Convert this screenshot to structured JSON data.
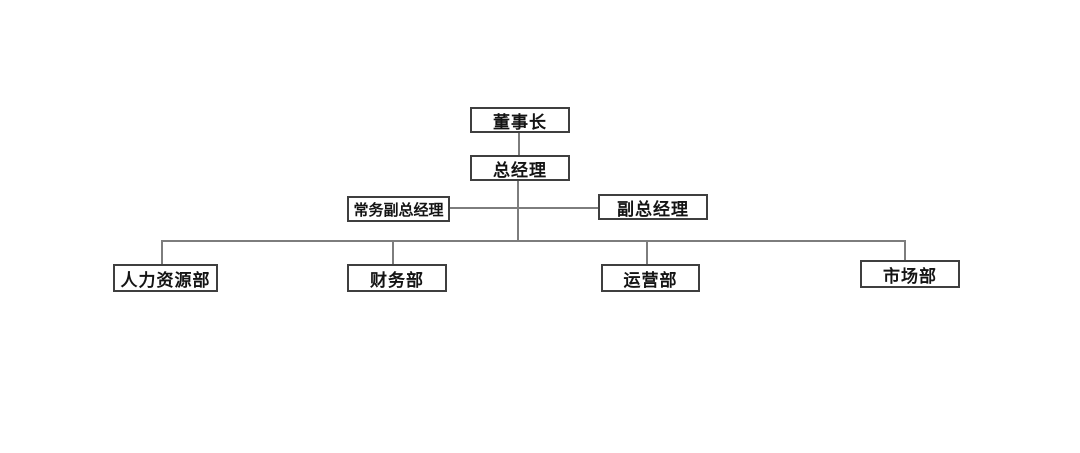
{
  "org_chart": {
    "nodes": {
      "chairman": {
        "label": "董事长"
      },
      "general_manager": {
        "label": "总经理"
      },
      "executive_deputy_gm": {
        "label": "常务副总经理"
      },
      "deputy_gm": {
        "label": "副总经理"
      },
      "hr_dept": {
        "label": "人力资源部"
      },
      "finance_dept": {
        "label": "财务部"
      },
      "operations_dept": {
        "label": "运营部"
      },
      "marketing_dept": {
        "label": "市场部"
      }
    },
    "edges": [
      {
        "from": "董事长",
        "to": "总经理"
      },
      {
        "from": "总经理",
        "to": "常务副总经理"
      },
      {
        "from": "总经理",
        "to": "副总经理"
      },
      {
        "from": "总经理",
        "to": "人力资源部"
      },
      {
        "from": "总经理",
        "to": "财务部"
      },
      {
        "from": "总经理",
        "to": "运营部"
      },
      {
        "from": "总经理",
        "to": "市场部"
      }
    ],
    "colors": {
      "background": "#ffffff",
      "box_border": "#3f3f3f",
      "connector_line": "#7d7d7d",
      "text": "#141414"
    }
  }
}
